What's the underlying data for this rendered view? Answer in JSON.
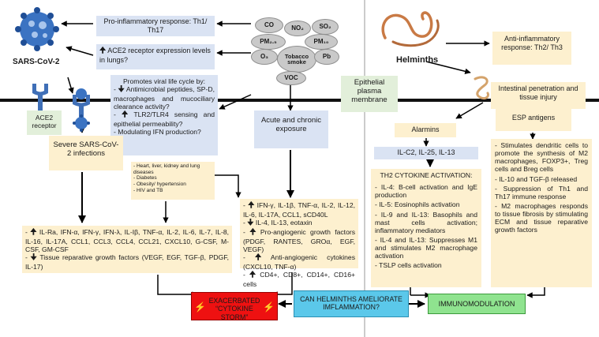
{
  "sars": {
    "label": "SARS-CoV-2",
    "ace2_label": "ACE2 receptor",
    "pro_inflammatory": "Pro-inflammatory response: Th1/ Th17",
    "ace2_question": "ACE2 receptor expression levels in lungs?",
    "viral_cycle_title": "Promotes viral life cycle by:",
    "viral_cycle_items": [
      "Antimicrobial peptides, SP-D, macrophages and mucociliary clearance activity?",
      "TLR2/TLR4 sensing and epithelial permeability?",
      "- Modulating IFN production?"
    ],
    "severe": "Severe SARS-CoV-2 infections",
    "comorbidities": [
      "- Heart, liver, kidney and lung diseases",
      "- Diabetes",
      "- Obesity/ hypertension",
      "- HIV and TB"
    ],
    "cytokines_left": [
      "IL-Ra, IFN-α, IFN-γ, IFN-λ, IL-Iβ, TNF-α, IL-2, IL-6, IL-7, IL-8, IL-16, IL-17A, CCL1, CCL3, CCL4, CCL21, CXCL10, G-CSF, M-CSF, GM-CSF",
      "Tissue reparative growth factors (VEGF, EGF, TGF-β, PDGF, IL-17)"
    ]
  },
  "pollutants": {
    "items": [
      "CO",
      "NO₂",
      "SO₂",
      "PM₂.₅",
      "PM₁₀",
      "O₃",
      "Tobacco smoke",
      "Pb",
      "VOC"
    ],
    "exposure": "Acute and chronic exposure",
    "cytokines": [
      "IFN-γ, IL-1β, TNF-α, IL-2, IL-12, IL-6, IL-17A, CCL1, sCD40L",
      "IL-4, IL-13, eotaxin",
      "Pro-angiogenic growth factors (PDGF, RANTES, GROα, EGF, VEGF)",
      "Anti-angiogenic cytokines (CXCL10, TNF-α)",
      "CD4+, CD8+, CD14+, CD16+ cells"
    ]
  },
  "membrane": {
    "label": "Epithelial plasma membrane"
  },
  "helminths": {
    "label": "Helminths",
    "anti_inflammatory": "Anti-inflammatory response: Th2/ Th3",
    "penetration": "Intestinal penetration and tissue injury",
    "alarmins": "Alarmins",
    "alarmin_list": "IL-C2, IL-25, IL-13",
    "esp": "ESP antigens",
    "th2_title": "TH2 CYTOKINE ACTIVATION:",
    "th2_items": [
      "- IL-4: B-cell activation and IgE production",
      "- IL-5: Eosinophils activation",
      "- IL-9 and IL-13: Basophils and mast cells activation; inflammatory mediators",
      "- IL-4 and IL-13: Suppresses M1 and stimulates M2 macrophage activation",
      "- TSLP cells activation"
    ],
    "esp_items": [
      "- Stimulates dendritic cells to promote the synthesis of M2 macrophages, FOXP3+, Treg cells and Breg cells",
      "- IL-10 and TGF-β released",
      "- Suppression of Th1 and Th17 immune response",
      "- M2 macrophages responds to tissue fibrosis by stimulating ECM and tissue reparative growth factors"
    ]
  },
  "bottom": {
    "storm": "EXACERBATED “CYTOKINE STORM”",
    "question": "CAN HELMINTHS AMELIORATE IMFLAMMATION?",
    "immuno": "IMMUNOMODULATION"
  },
  "colors": {
    "blue_box": "#dae3f3",
    "yellow_box": "#fdf0cf",
    "green_box": "#e2efda",
    "storm_red": "#ee1111",
    "question_cyan": "#5bc8ea",
    "immuno_green": "#8fe38f"
  }
}
